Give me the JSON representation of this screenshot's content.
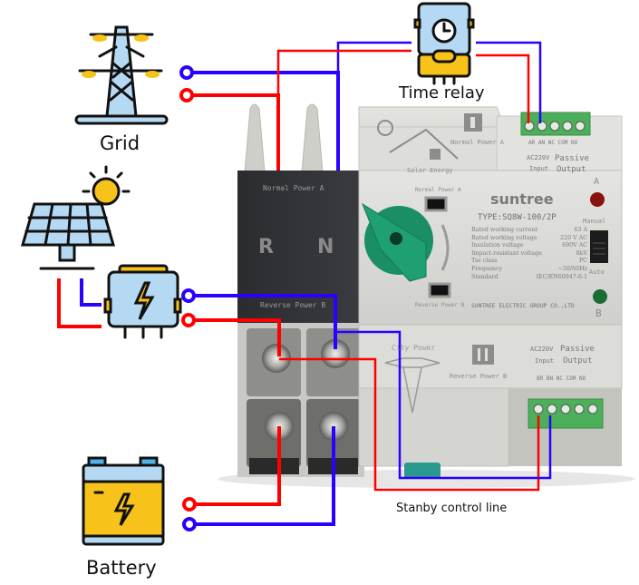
{
  "title": "Automatic transfer switch wiring with time relay",
  "colors": {
    "live_wire": "#ff0000",
    "neutral_wire": "#2a00ff",
    "device_body": "#dcdcd8",
    "device_dark": "#2e2f33",
    "terminal_green": "#4caf5a",
    "knob_green": "#1a9a6a",
    "indicator_a": "#8b1010",
    "indicator_b": "#1b6b35"
  },
  "components": {
    "grid": {
      "label": "Grid",
      "icon": "power-tower-icon"
    },
    "solar": {
      "icon": "solar-panel-icon"
    },
    "inverter": {
      "icon": "inverter-icon"
    },
    "battery": {
      "label": "Battery",
      "icon": "battery-icon"
    },
    "time_relay": {
      "label": "Time relay",
      "icon": "time-relay-icon"
    }
  },
  "annotations": {
    "standby_line": "Stanby control line"
  },
  "device": {
    "left_module": {
      "top_label": "Normal Power A",
      "bottom_label": "Reverse Power B",
      "terminal_r": "R",
      "terminal_n": "N"
    },
    "top_module": {
      "brand_graphic": "Solar Energy",
      "roman": "I",
      "label": "Normal Power A",
      "terminals": {
        "input_labels": [
          "AR",
          "AN"
        ],
        "output_labels": [
          "NC",
          "COM",
          "NO"
        ],
        "input_title": "AC220V",
        "input_sub": "Input",
        "output_title": "Passive",
        "output_sub": "Output"
      }
    },
    "front_panel": {
      "window_top": "Normal Power A",
      "window_bottom": "Reverse Power B",
      "brand": "suntree",
      "type": "TYPE:SQ8W-100/2P",
      "specs": [
        {
          "name": "Rated working current",
          "value": "63 A"
        },
        {
          "name": "Rated working voltage",
          "value": "220 V AC"
        },
        {
          "name": "Insulation voltage",
          "value": "690V AC"
        },
        {
          "name": "Impact-resistant voltage",
          "value": "8kV"
        },
        {
          "name": "Tse class",
          "value": "PC"
        },
        {
          "name": "Frequency",
          "value": "~50/60Hz"
        },
        {
          "name": "Standard",
          "value": "IEC/EN60947-6-1"
        }
      ],
      "maker": "SUNTREE ELECTRIC GROUP CO.,LTD",
      "indicator_a": "A",
      "indicator_b": "B",
      "mode_manual": "Manual",
      "mode_auto": "Auto"
    },
    "bottom_module": {
      "brand_graphic": "City Power",
      "roman": "II",
      "label": "Reverse Power B",
      "terminals": {
        "input_labels": [
          "BR",
          "BN"
        ],
        "output_labels": [
          "NC",
          "COM",
          "NO"
        ],
        "input_title": "AC220V",
        "input_sub": "Input",
        "output_title": "Passive",
        "output_sub": "Output"
      }
    }
  }
}
